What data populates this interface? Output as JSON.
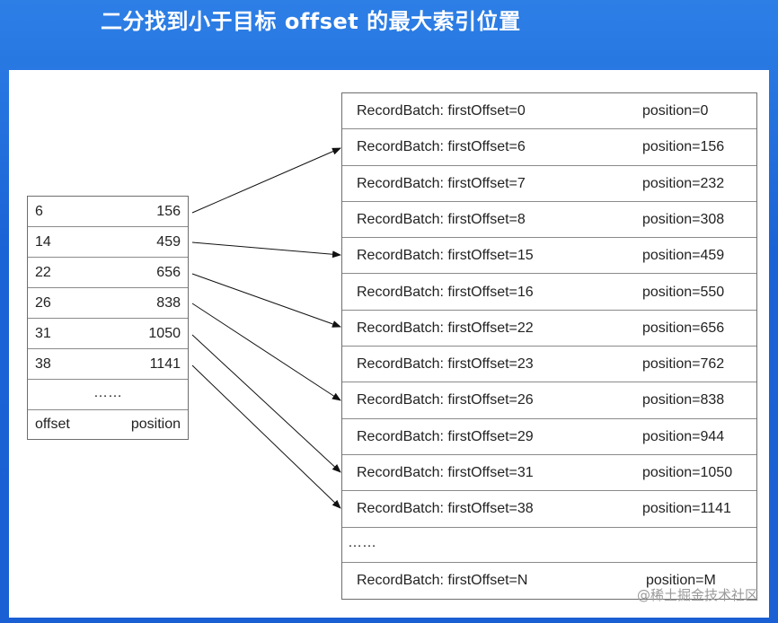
{
  "title": "二分找到小于目标 offset 的最大索引位置",
  "index": {
    "rows": [
      {
        "offset": "6",
        "position": "156"
      },
      {
        "offset": "14",
        "position": "459"
      },
      {
        "offset": "22",
        "position": "656"
      },
      {
        "offset": "26",
        "position": "838"
      },
      {
        "offset": "31",
        "position": "1050"
      },
      {
        "offset": "38",
        "position": "1141"
      }
    ],
    "ellipsis": "……",
    "footer": {
      "offset": "offset",
      "position": "position"
    }
  },
  "log": {
    "rows": [
      {
        "batch": "RecordBatch: firstOffset=0",
        "position": "position=0"
      },
      {
        "batch": "RecordBatch: firstOffset=6",
        "position": "position=156"
      },
      {
        "batch": "RecordBatch: firstOffset=7",
        "position": "position=232"
      },
      {
        "batch": "RecordBatch: firstOffset=8",
        "position": "position=308"
      },
      {
        "batch": "RecordBatch: firstOffset=15",
        "position": "position=459"
      },
      {
        "batch": "RecordBatch: firstOffset=16",
        "position": "position=550"
      },
      {
        "batch": "RecordBatch: firstOffset=22",
        "position": "position=656"
      },
      {
        "batch": "RecordBatch: firstOffset=23",
        "position": "position=762"
      },
      {
        "batch": "RecordBatch: firstOffset=26",
        "position": "position=838"
      },
      {
        "batch": "RecordBatch: firstOffset=29",
        "position": "position=944"
      },
      {
        "batch": "RecordBatch: firstOffset=31",
        "position": "position=1050"
      },
      {
        "batch": "RecordBatch: firstOffset=38",
        "position": "position=1141"
      }
    ],
    "ellipsis": "……",
    "last": {
      "batch": "RecordBatch: firstOffset=N",
      "position": "position=M"
    }
  },
  "watermark": "@稀土掘金技术社区"
}
